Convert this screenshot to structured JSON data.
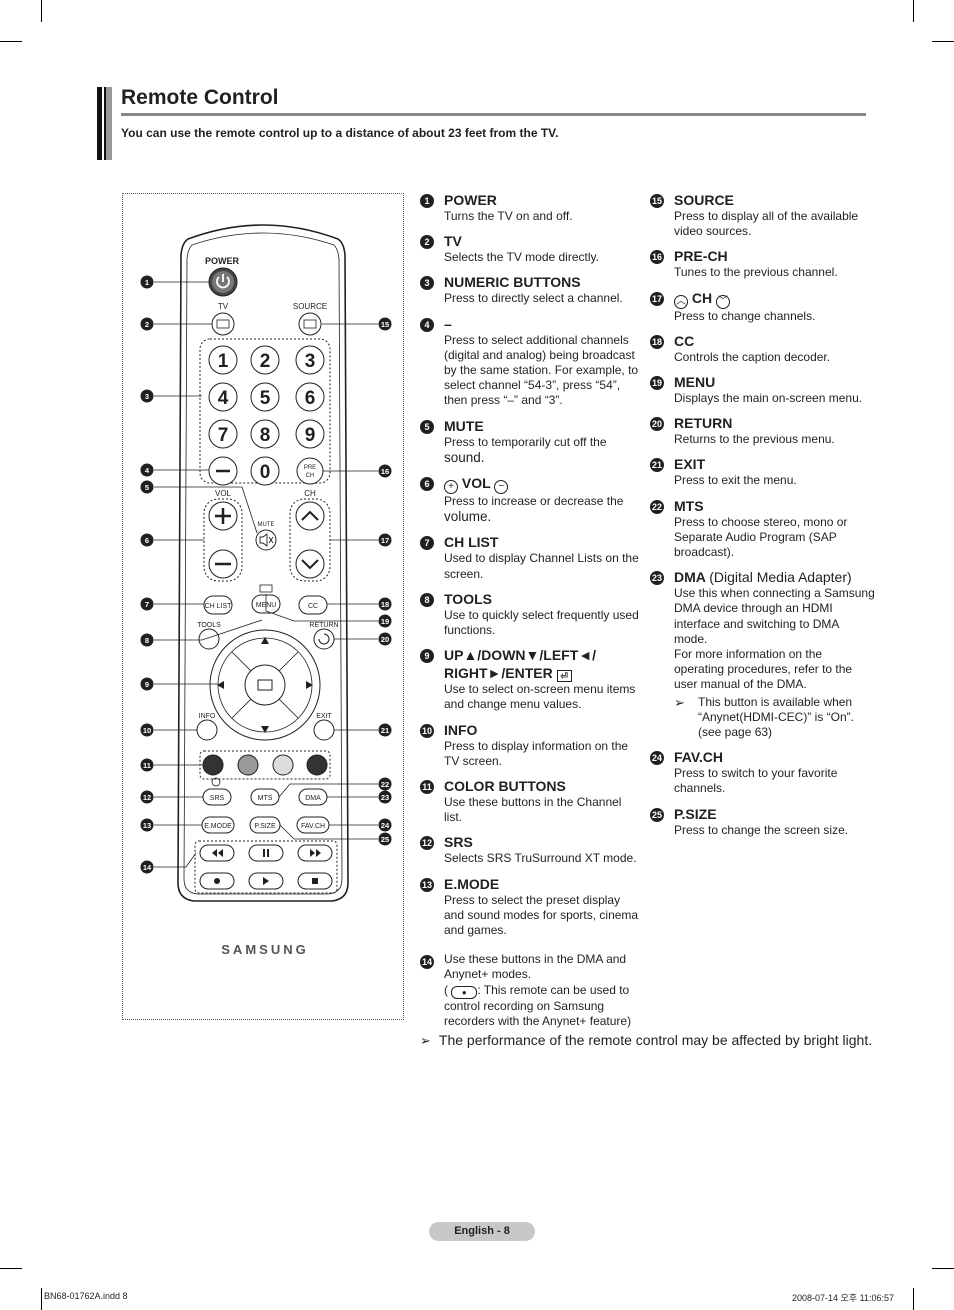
{
  "page": {
    "title": "Remote Control",
    "subtitle": "You can use the remote control up to a distance of about 23 feet from the TV.",
    "footer_note": "The performance of the remote control may be affected by bright light.",
    "page_label": "English - 8",
    "file_info": "BN68-01762A.indd   8",
    "date_info": "2008-07-14   오후 11:06:57"
  },
  "remote": {
    "labels": {
      "power": "POWER",
      "tv": "TV",
      "source": "SOURCE",
      "pre_ch": "PRE",
      "pre_ch2": "CH",
      "vol": "VOL",
      "ch": "CH",
      "mute": "MUTE",
      "ch_list": "CH LIST",
      "menu": "MENU",
      "cc": "CC",
      "tools": "TOOLS",
      "return": "RETURN",
      "info": "INFO",
      "exit": "EXIT",
      "srs": "SRS",
      "mts": "MTS",
      "dma": "DMA",
      "e_mode": "E.MODE",
      "p_size": "P.SIZE",
      "fav_ch": "FAV.CH",
      "brand": "SAMSUNG"
    },
    "digits": [
      "1",
      "2",
      "3",
      "4",
      "5",
      "6",
      "7",
      "8",
      "9",
      "0"
    ],
    "callouts_left": [
      "1",
      "2",
      "3",
      "4",
      "5",
      "6",
      "7",
      "8",
      "9",
      "10",
      "11",
      "12",
      "13",
      "14"
    ],
    "callouts_right": [
      "15",
      "16",
      "17",
      "18",
      "19",
      "20",
      "21",
      "22",
      "23",
      "24",
      "25"
    ]
  },
  "items_col1": [
    {
      "num": "1",
      "label": "POWER",
      "desc": "Turns the TV on and off."
    },
    {
      "num": "2",
      "label": "TV",
      "desc": "Selects the TV mode directly."
    },
    {
      "num": "3",
      "label": "NUMERIC BUTTONS",
      "desc": "Press to directly select a channel."
    },
    {
      "num": "4",
      "label": "–",
      "desc": "Press to select additional channels (digital and analog) being broadcast by the same station. For example, to select channel “54-3”, press “54”, then press “–” and “3”."
    },
    {
      "num": "5",
      "label": "MUTE",
      "desc": "Press to temporarily cut off the",
      "desc_big": "sound."
    },
    {
      "num": "6",
      "label": "VOL",
      "desc": "Press to increase or decrease the",
      "desc_big": "volume."
    },
    {
      "num": "7",
      "label": "CH LIST",
      "desc": "Used to display Channel Lists on the screen."
    },
    {
      "num": "8",
      "label": "TOOLS",
      "desc": "Use to quickly select frequently used functions."
    },
    {
      "num": "9",
      "label": "UP▲/DOWN▼/LEFT◄/",
      "label2": "RIGHT►/ENTER",
      "desc": "Use to select on-screen menu items and change menu values."
    },
    {
      "num": "10",
      "label": "INFO",
      "desc": "Press to display information on the TV screen."
    },
    {
      "num": "11",
      "label": "COLOR BUTTONS",
      "desc": "Use these buttons in the Channel list."
    },
    {
      "num": "12",
      "label": "SRS",
      "desc": "Selects SRS TruSurround XT mode."
    },
    {
      "num": "13",
      "label": "E.MODE",
      "desc": "Press to select the preset display and sound modes for sports, cinema and games."
    },
    {
      "num": "14",
      "desc": "Use these buttons in the DMA and Anynet+ modes.",
      "desc2_pre": "(",
      "desc2": ": This remote can be used to control recording on Samsung recorders with the Anynet+ feature)"
    }
  ],
  "items_col2": [
    {
      "num": "15",
      "label": "SOURCE",
      "desc": "Press to display all of the available video sources."
    },
    {
      "num": "16",
      "label": "PRE-CH",
      "desc": "Tunes to the previous channel."
    },
    {
      "num": "17",
      "label": "CH",
      "desc": "Press to change channels."
    },
    {
      "num": "18",
      "label": "CC",
      "desc": "Controls the caption decoder."
    },
    {
      "num": "19",
      "label": "MENU",
      "desc": "Displays the main on-screen menu."
    },
    {
      "num": "20",
      "label": "RETURN",
      "desc": "Returns to the previous menu."
    },
    {
      "num": "21",
      "label": "EXIT",
      "desc": "Press to exit the menu."
    },
    {
      "num": "22",
      "label": "MTS",
      "desc": "Press to choose stereo, mono or Separate Audio Program (SAP broadcast)."
    },
    {
      "num": "23",
      "label": "DMA",
      "label_plain": "(Digital Media Adapter)",
      "desc": "Use this when connecting a Samsung DMA device through an HDMI interface and switching to DMA mode.",
      "desc2": "For more information on the operating procedures, refer to the user manual of the DMA.",
      "note": "This button is available when “Anynet(HDMI-CEC)” is “On”. (see page 63)"
    },
    {
      "num": "24",
      "label": "FAV.CH",
      "desc": "Press to switch to your favorite channels."
    },
    {
      "num": "25",
      "label": "P.SIZE",
      "desc": "Press to change the screen size."
    }
  ],
  "glyphs": {
    "arrow": "➢",
    "plus": "+",
    "minus": "−",
    "up": "︿",
    "down": "﹀",
    "enter": "⏎",
    "rec": "●"
  }
}
